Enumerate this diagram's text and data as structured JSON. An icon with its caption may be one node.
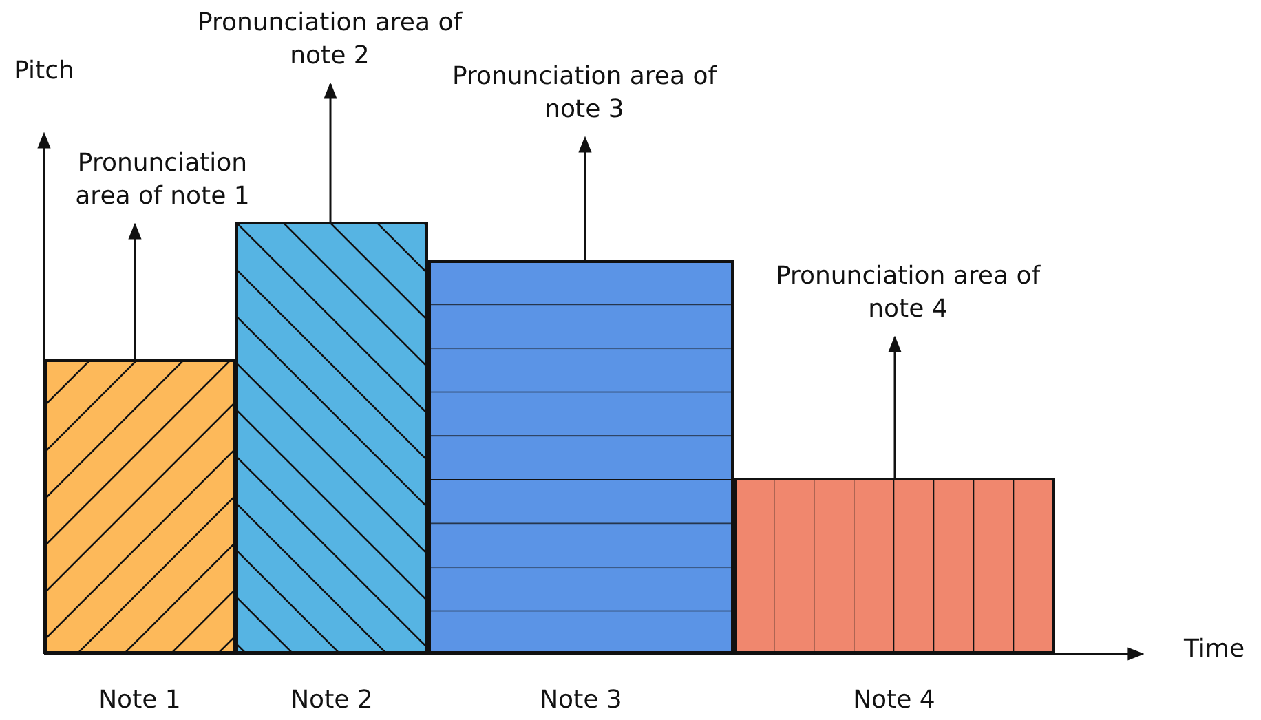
{
  "diagram": {
    "nodes": [
      {
        "text": [
          "Pronunciation area of note 1"
        ]
      },
      {
        "text": [],
        "shape": "bar",
        "beside": [
          "Note 1"
        ]
      },
      {
        "text": [
          "Pronunciation area of note 2"
        ]
      },
      {
        "text": [],
        "shape": "bar",
        "beside": [
          "Note 2"
        ]
      },
      {
        "text": [
          "Pronunciation area of note 3"
        ]
      },
      {
        "text": [],
        "shape": "bar",
        "beside": [
          "Note 3"
        ]
      },
      {
        "text": [
          "Pronunciation area of note 4"
        ]
      },
      {
        "text": [],
        "shape": "bar",
        "beside": [
          "Note 4"
        ]
      }
    ],
    "edges": [
      {
        "from": 1,
        "to": 0,
        "arrow": "to"
      },
      {
        "from": 3,
        "to": 2,
        "arrow": "to"
      },
      {
        "from": 5,
        "to": 4,
        "arrow": "to"
      },
      {
        "from": 7,
        "to": 6,
        "arrow": "to"
      }
    ],
    "labels": [
      "Pitch",
      "Time"
    ]
  }
}
